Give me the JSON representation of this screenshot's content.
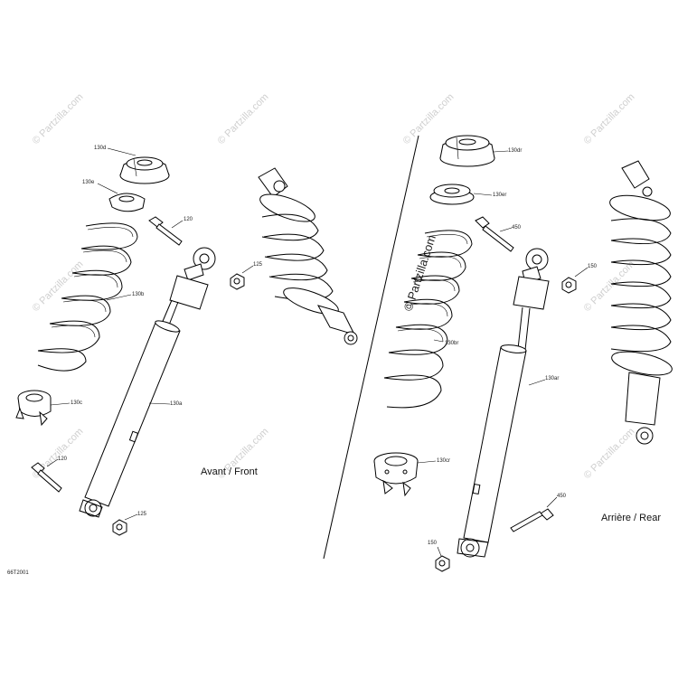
{
  "diagram": {
    "drawing_number": "66T2001",
    "sections": {
      "front": "Avant / Front",
      "rear": "Arrière / Rear"
    },
    "watermark": "© Partzilla.com",
    "callouts": {
      "front_upper_seat": "130d",
      "front_lower_seat": "130e",
      "front_upper_bolt": "120",
      "front_upper_nut": "125",
      "front_spring": "130b",
      "front_spring_base": "130c",
      "front_shock": "130a",
      "front_lower_bolt": "120",
      "front_lower_nut": "125",
      "rear_upper_seat": "130dr",
      "rear_lower_seat": "130er",
      "rear_upper_bolt": "450",
      "rear_upper_nut": "150",
      "rear_spring": "130br",
      "rear_spring_base": "130cr",
      "rear_shock": "130ar",
      "rear_lower_bolt": "450",
      "rear_lower_nut": "150"
    }
  }
}
